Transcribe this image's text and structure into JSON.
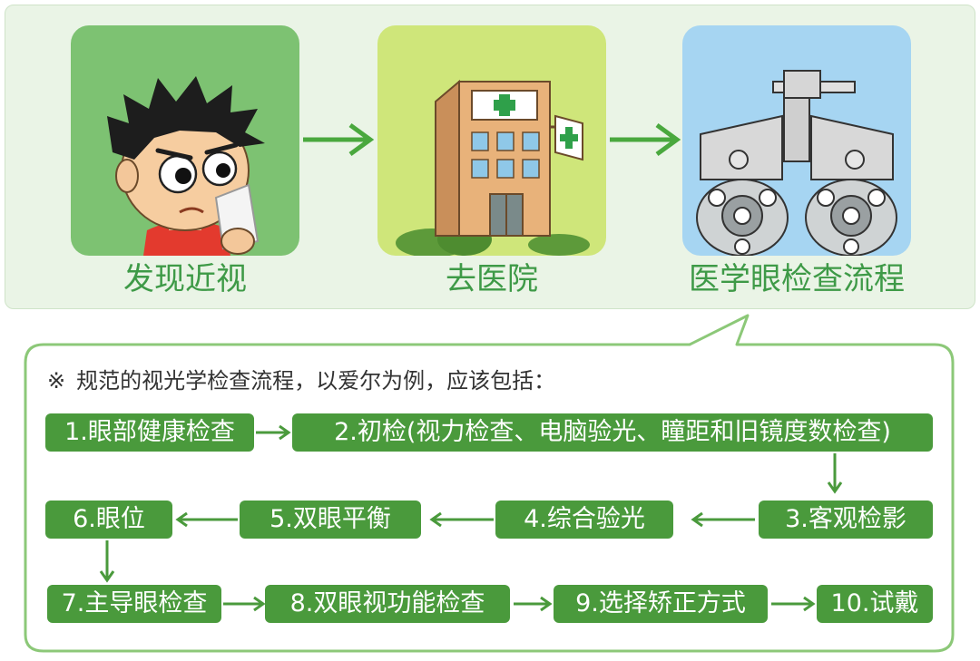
{
  "top_flow": [
    {
      "label": "发现近视",
      "icon": "worried-boy-icon"
    },
    {
      "label": "去医院",
      "icon": "hospital-icon"
    },
    {
      "label": "医学眼检查流程",
      "icon": "phoropter-icon"
    }
  ],
  "note": {
    "mark": "※",
    "text": "规范的视光学检查流程，以爱尔为例，应该包括："
  },
  "steps": [
    "1.眼部健康检查",
    "2.初检(视力检查、电脑验光、瞳距和旧镜度数检查)",
    "3.客观检影",
    "4.综合验光",
    "5.双眼平衡",
    "6.眼位",
    "7.主导眼检查",
    "8.双眼视功能检查",
    "9.选择矫正方式",
    "10.试戴"
  ],
  "colors": {
    "step_fill": "#4a9a3c",
    "label_green": "#3e9a47",
    "panel_bg": "#eaf4e6",
    "outline_green": "#8cc878",
    "card1_bg": "#7dc272",
    "card2_bg": "#cfe67a",
    "card3_bg": "#a6d5f2"
  }
}
